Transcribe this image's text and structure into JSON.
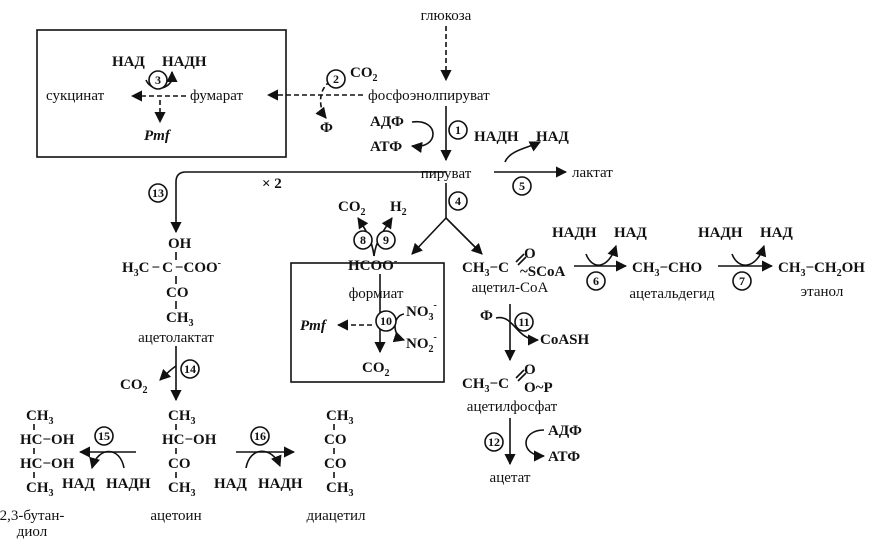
{
  "metabolites": {
    "glucose": "глюкоза",
    "pep": "фосфоэнолпируват",
    "pyruvate": "пируват",
    "lactate": "лактат",
    "fumarate": "фумарат",
    "succinate": "сукцинат",
    "formate": "формиат",
    "acetyl_coa": "ацетил-CoA",
    "acetaldehyde": "ацетальдегид",
    "ethanol": "этанол",
    "acetyl_phosphate": "ацетилфосфат",
    "acetate": "ацетат",
    "acetolactate": "ацетолактат",
    "acetoin": "ацетоин",
    "diacetyl": "диацетил",
    "butanediol_1": "2,3-бутан-",
    "butanediol_2": "диол"
  },
  "cofactors": {
    "nad": "НАД",
    "nadh": "НАДН",
    "atp": "АТФ",
    "adp": "АДФ",
    "pi": "Ф",
    "co2": "CO",
    "h2": "H",
    "pmf": "Pmf",
    "coash": "CoASH",
    "x2": "× 2",
    "sub2": "2",
    "minus": "-"
  },
  "formulas": {
    "ch3": "CH",
    "sub3": "3",
    "oh": "OH",
    "hc_oh": "HC−OH",
    "h3c": "H",
    "c": "C",
    "coo": "COO",
    "co": "CO",
    "hcoo": "HCOO",
    "ch3_c": "CH",
    "o": "O",
    "scoa": "~SCoA",
    "op": "O~P",
    "cho": "−CHO",
    "ch2oh": "−CH",
    "dash": "−",
    "no3": "NO",
    "no2": "NO"
  },
  "reactions": [
    "1",
    "2",
    "3",
    "4",
    "5",
    "6",
    "7",
    "8",
    "9",
    "10",
    "11",
    "12",
    "13",
    "14",
    "15",
    "16"
  ]
}
